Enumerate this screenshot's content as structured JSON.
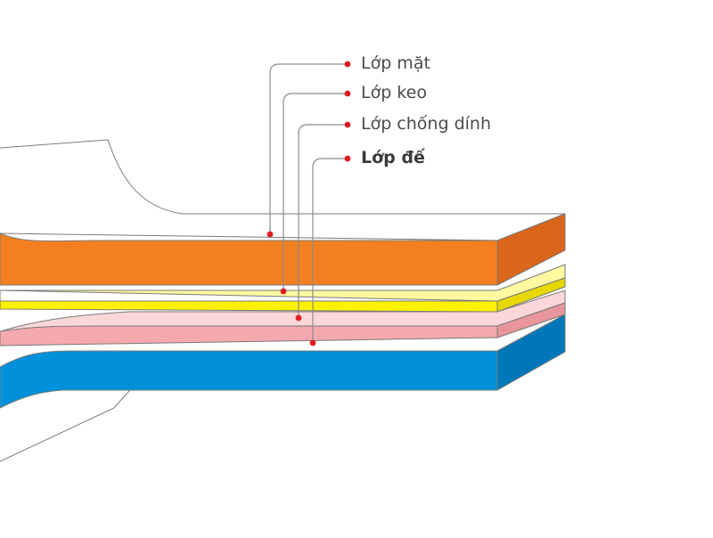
{
  "diagram": {
    "layers": [
      {
        "id": "surface",
        "label": "Lớp mặt",
        "color": "#F47F20",
        "emphasis": false
      },
      {
        "id": "adhesive",
        "label": "Lớp keo",
        "color": "#FFF200",
        "emphasis": false
      },
      {
        "id": "release",
        "label": "Lớp chống dính",
        "color": "#F4A9AE",
        "emphasis": false
      },
      {
        "id": "base",
        "label": "Lớp đế",
        "color": "#0091DA",
        "emphasis": true
      }
    ],
    "colors": {
      "outline": "#7a7a7a",
      "leader": "#8c8c8c",
      "dot": "#e11b22",
      "text": "#4a4a4a"
    }
  }
}
